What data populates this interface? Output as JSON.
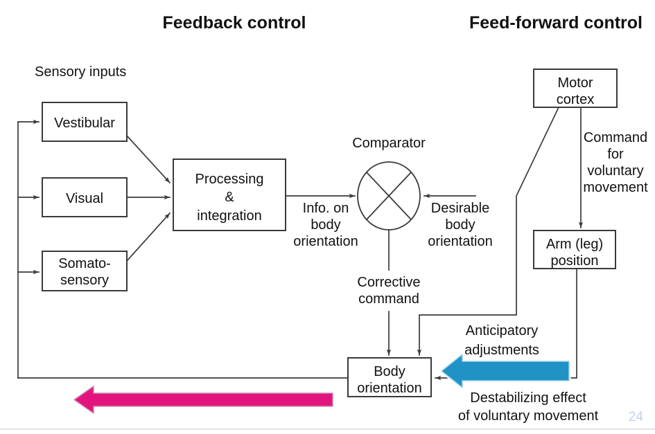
{
  "slide": {
    "page_number": "24",
    "background_color": "#ffffff"
  },
  "headings": {
    "left": "Feedback control",
    "right": "Feed-forward control"
  },
  "section_labels": {
    "sensory_inputs": "Sensory inputs",
    "comparator": "Comparator"
  },
  "boxes": {
    "vestibular": "Vestibular",
    "visual": "Visual",
    "somatosensory_line1": "Somato-",
    "somatosensory_line2": "sensory",
    "processing_line1": "Processing",
    "processing_line2": "&",
    "processing_line3": "integration",
    "motor_cortex_line1": "Motor",
    "motor_cortex_line2": "cortex",
    "arm_position_line1": "Arm (leg)",
    "arm_position_line2": "position",
    "body_orientation_line1": "Body",
    "body_orientation_line2": "orientation"
  },
  "edge_labels": {
    "info_on_body_orientation_line1": "Info. on",
    "info_on_body_orientation_line2": "body",
    "info_on_body_orientation_line3": "orientation",
    "desirable_body_orientation_line1": "Desirable",
    "desirable_body_orientation_line2": "body",
    "desirable_body_orientation_line3": "orientation",
    "corrective_command_line1": "Corrective",
    "corrective_command_line2": "command",
    "command_voluntary_line1": "Command",
    "command_voluntary_line2": "for",
    "command_voluntary_line3": "voluntary",
    "command_voluntary_line4": "movement",
    "anticipatory_line1": "Anticipatory",
    "anticipatory_line2": "adjustments",
    "destabilizing_line1": "Destabilizing effect",
    "destabilizing_line2": "of voluntary movement"
  },
  "colors": {
    "line": "#3a3a3a",
    "text": "#111111",
    "blue_arrow_fill": "#2092c6",
    "blue_arrow_stroke": "#ffffff",
    "blue_arrow_halo": "#9fd3ea",
    "pink_arrow_fill": "#e2157f",
    "pink_arrow_stroke": "#ffffff",
    "pink_arrow_halo": "#c78fab",
    "page_number": "#c2d2e4"
  },
  "chart_data": {
    "type": "diagram",
    "title": "Postural control: feedback and feed-forward pathways",
    "nodes": [
      {
        "id": "vestibular",
        "label": "Vestibular",
        "group": "feedback"
      },
      {
        "id": "visual",
        "label": "Visual",
        "group": "feedback"
      },
      {
        "id": "somatosensory",
        "label": "Somato-sensory",
        "group": "feedback"
      },
      {
        "id": "processing",
        "label": "Processing & integration",
        "group": "feedback"
      },
      {
        "id": "comparator",
        "label": "Comparator",
        "group": "feedback"
      },
      {
        "id": "motor_cortex",
        "label": "Motor cortex",
        "group": "feed-forward"
      },
      {
        "id": "arm_position",
        "label": "Arm (leg) position",
        "group": "feed-forward"
      },
      {
        "id": "body_orientation",
        "label": "Body orientation",
        "group": "shared"
      }
    ],
    "edges": [
      {
        "from": "vestibular",
        "to": "processing",
        "label": ""
      },
      {
        "from": "visual",
        "to": "processing",
        "label": ""
      },
      {
        "from": "somatosensory",
        "to": "processing",
        "label": ""
      },
      {
        "from": "processing",
        "to": "comparator",
        "label": "Info. on body orientation"
      },
      {
        "from": "motor_cortex",
        "to": "comparator",
        "label": "Desirable body orientation"
      },
      {
        "from": "comparator",
        "to": "body_orientation",
        "label": "Corrective command"
      },
      {
        "from": "motor_cortex",
        "to": "arm_position",
        "label": "Command for voluntary movement"
      },
      {
        "from": "motor_cortex",
        "to": "body_orientation",
        "label": "Anticipatory adjustments"
      },
      {
        "from": "arm_position",
        "to": "body_orientation",
        "label": "Destabilizing effect of voluntary movement"
      },
      {
        "from": "body_orientation",
        "to": "vestibular",
        "label": ""
      },
      {
        "from": "body_orientation",
        "to": "visual",
        "label": ""
      },
      {
        "from": "body_orientation",
        "to": "somatosensory",
        "label": ""
      }
    ]
  }
}
